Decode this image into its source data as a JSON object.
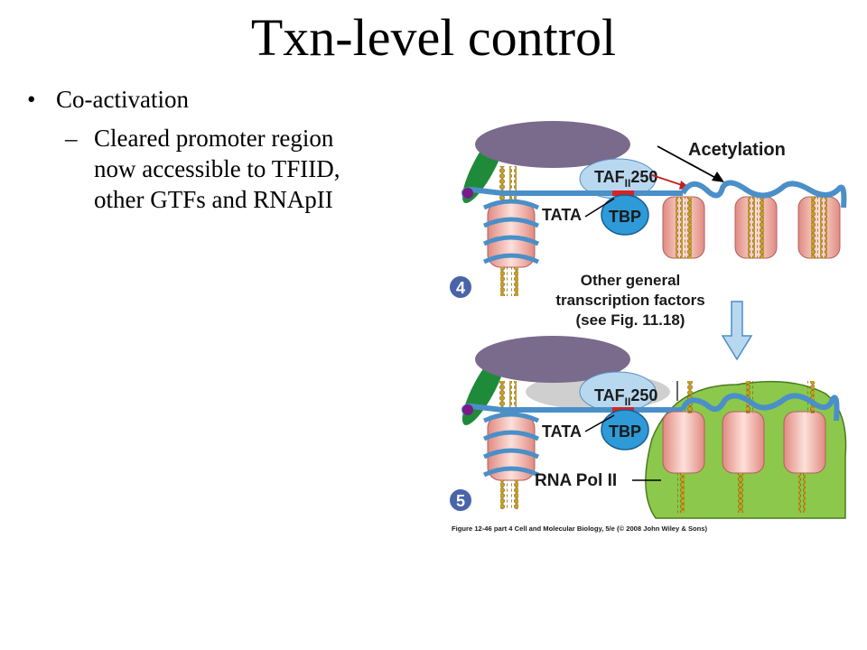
{
  "slide": {
    "title": "Txn-level control",
    "bullet_marker": "•",
    "bullet": "Co-activation",
    "sub_marker": "–",
    "sub_lines": [
      "Cleared promoter region",
      "now accessible to TFIID,",
      "other GTFs and RNApII"
    ]
  },
  "figure": {
    "acetylation": "Acetylation",
    "taf_top": {
      "prefix": "TAF",
      "subscript": "II",
      "suffix": "250"
    },
    "taf_bottom": {
      "prefix": "TAF",
      "subscript": "II",
      "suffix": "250"
    },
    "tata_top": "TATA",
    "tata_bottom": "TATA",
    "tbp_top": "TBP",
    "tbp_bottom": "TBP",
    "step4": "4",
    "step5": "5",
    "gtf_lines": [
      "Other general",
      "transcription factors",
      "(see Fig. 11.18)"
    ],
    "rna_pol": "RNA Pol II",
    "caption": "Figure 12-46 part 4 Cell and Molecular Biology, 5/e (© 2008 John Wiley & Sons)",
    "colors": {
      "tfiid": "#7a6a8c",
      "tbp": "#2e9ad8",
      "taf": "#b8d8f0",
      "dna": "#4a8fc8",
      "histone": "#f2b8b0",
      "activator": "#1f8a3a",
      "polII": "#8cc84b",
      "step_circle": "#4a64a8",
      "arrow_fill": "#b8d8f0"
    }
  }
}
